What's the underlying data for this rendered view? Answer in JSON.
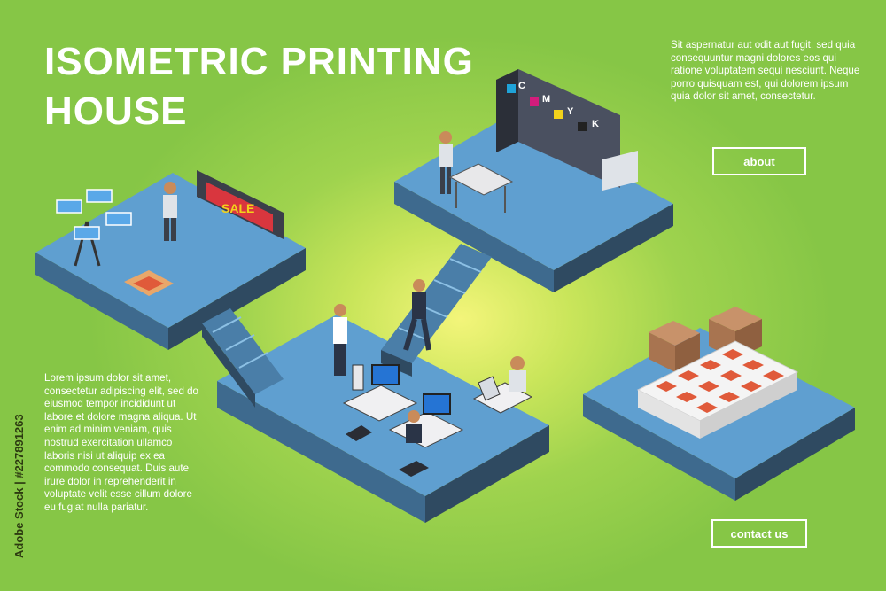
{
  "page": {
    "title_line1": "ISOMETRIC PRINTING",
    "title_line2": "HOUSE",
    "intro_text": "Sit aspernatur aut odit aut fugit, sed quia consequuntur magni dolores eos qui ratione voluptatem sequi nesciunt. Neque porro quisquam est, qui dolorem ipsum quia dolor sit amet, consectetur.",
    "body_text": "Lorem ipsum dolor sit amet, consectetur adipiscing elit, sed do eiusmod tempor incididunt ut labore et dolore magna aliqua. Ut enim ad minim veniam, quis nostrud exercitation ullamco laboris nisi ut aliquip ex ea commodo consequat. Duis aute irure dolor in reprehenderit in voluptate velit esse cillum dolore eu fugiat nulla pariatur.",
    "about_label": "about",
    "contact_label": "contact us",
    "stock_text": "Adobe Stock | #227891263"
  },
  "illustration": {
    "cmyk_labels": [
      "C",
      "M",
      "Y",
      "K"
    ],
    "banner_text": "SALE",
    "colors": {
      "background_green": "#8fcb48",
      "glow_yellow": "#f3f57a",
      "floor_top": "#5f9fd0",
      "floor_side": "#2f4a61",
      "text": "#ffffff",
      "cyan": "#1fa3d8",
      "magenta": "#d41c7c",
      "yellow": "#f2d21b",
      "black": "#222222"
    },
    "icons": [
      "screen-printing-press-icon",
      "large-format-printer-icon",
      "offset-press-icon",
      "boxes-icon",
      "computer-desk-icon",
      "staircase-icon",
      "worker-icon"
    ]
  }
}
